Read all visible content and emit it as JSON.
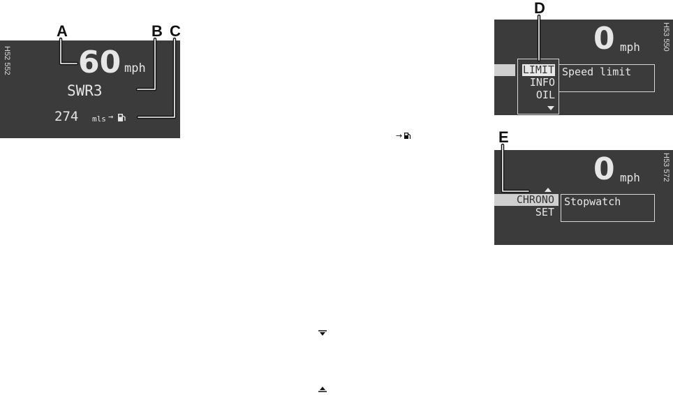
{
  "callouts": {
    "a": "A",
    "b": "B",
    "c": "C",
    "d": "D",
    "e": "E"
  },
  "panel_a": {
    "code": "H52 552",
    "speed": "60",
    "speed_unit": "mph",
    "station": "SWR3",
    "range": "274",
    "range_unit": "mls",
    "arrow": "→"
  },
  "panel_d": {
    "code": "H53 550",
    "speed": "0",
    "speed_unit": "mph",
    "menu": [
      "LIMIT",
      "INFO",
      "OIL"
    ],
    "box_label": "Speed limit"
  },
  "panel_e": {
    "code": "H53 572",
    "speed": "0",
    "speed_unit": "mph",
    "menu": [
      "CHRONO",
      "SET"
    ],
    "box_label": "Stopwatch"
  },
  "inline_symbols": {
    "arrow": "→"
  },
  "colors": {
    "lcd_bg": "#3b3b3b",
    "lcd_text": "#e6e6e6",
    "highlight": "#cfcfcf"
  },
  "icons": [
    "fuel-pump-icon",
    "scroll-down-icon",
    "scroll-up-icon"
  ]
}
